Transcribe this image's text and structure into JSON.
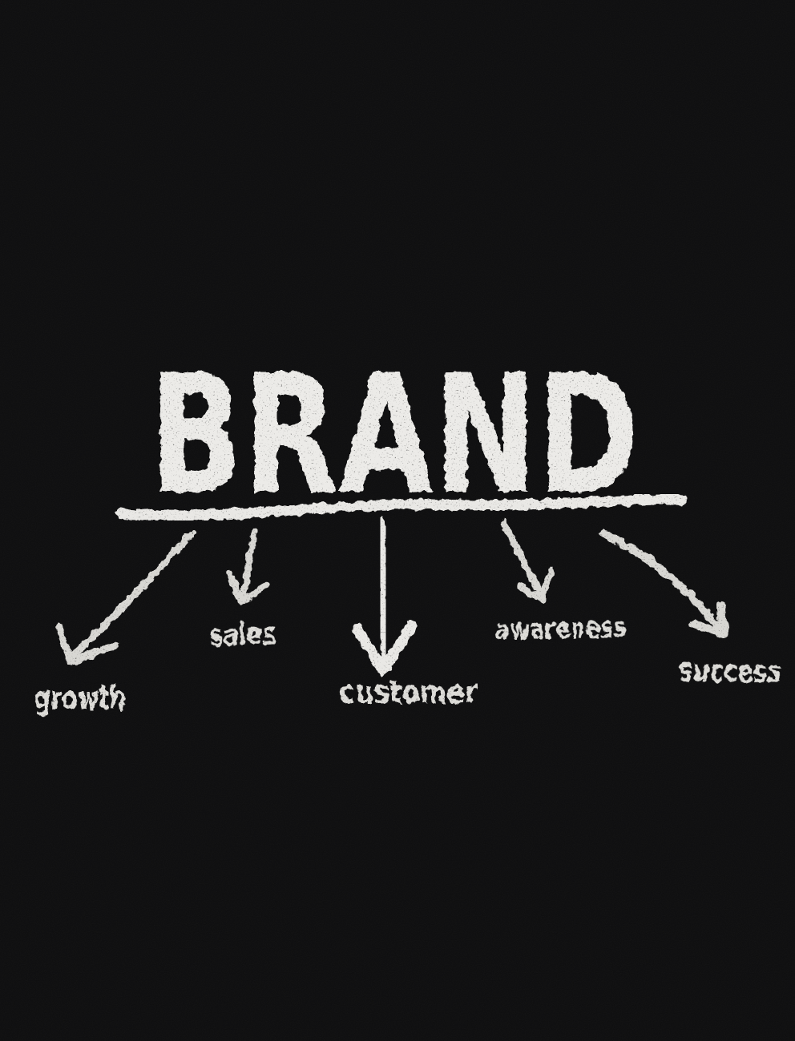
{
  "colors": {
    "background": "#0f0f10",
    "chalk_bright": "#ecebe8",
    "chalk_dim": "#d8d7d3"
  },
  "diagram": {
    "title": "BRAND",
    "title_underlined": true,
    "branches": [
      {
        "label": "growth"
      },
      {
        "label": "sales"
      },
      {
        "label": "customer"
      },
      {
        "label": "awareness"
      },
      {
        "label": "success"
      }
    ]
  }
}
